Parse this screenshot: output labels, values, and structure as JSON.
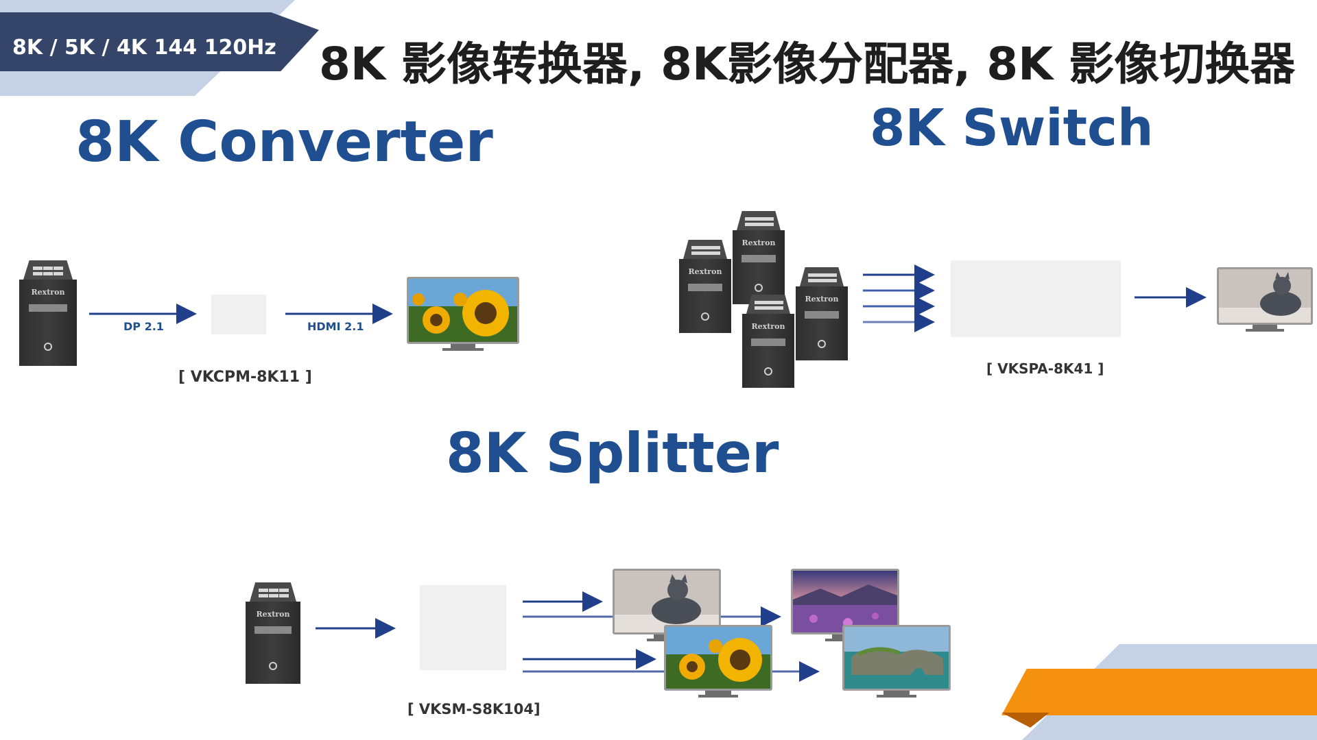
{
  "badge": {
    "text": "8K / 5K / 4K 144 120Hz"
  },
  "main_title": "8K 影像转换器, 8K影像分配器, 8K 影像切换器",
  "sections": {
    "converter": {
      "title": "8K Converter",
      "model": "[ VKCPM-8K11 ]",
      "input_label": "DP 2.1",
      "output_label": "HDMI 2.1"
    },
    "switch": {
      "title": "8K Switch",
      "model": "[ VKSPA-8K41 ]"
    },
    "splitter": {
      "title": "8K Splitter",
      "model": "[ VKSM-S8K104]"
    }
  },
  "pc_brand": "Rextron",
  "colors": {
    "brand_blue": "#1f4f91",
    "badge_dark": "#35456a",
    "badge_light": "#c5d1e4",
    "accent_orange": "#f6900f",
    "arrow_blue": "#1f3f8a"
  },
  "icons": {
    "pc": "pc-tower-icon",
    "monitor": "monitor-icon",
    "power": "power-icon"
  },
  "monitor_scenes": [
    "sunflower",
    "cat",
    "sunset-flowers",
    "sea-arch"
  ]
}
